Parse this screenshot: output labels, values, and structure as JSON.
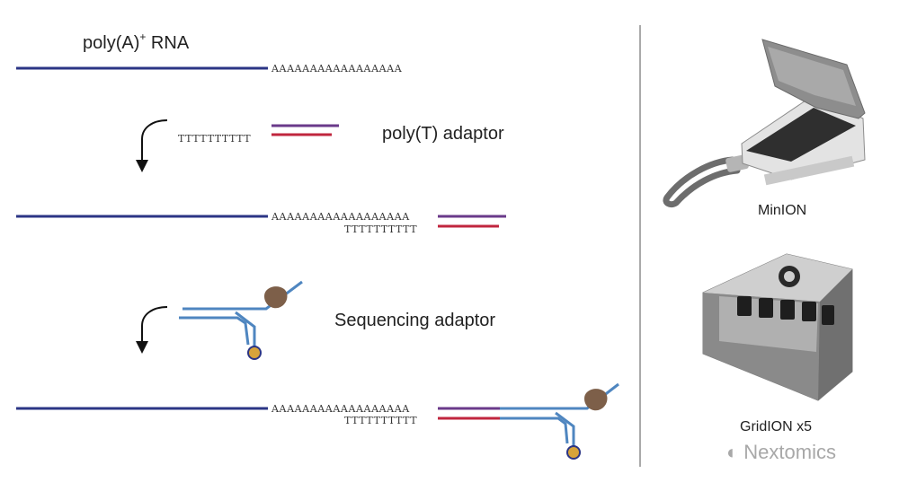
{
  "labels": {
    "rna_title_main": "poly(A)",
    "rna_title_sup": "+",
    "rna_title_tail": " RNA",
    "polyt_adaptor": "poly(T) adaptor",
    "sequencing_adaptor": "Sequencing adaptor",
    "minion": "MinION",
    "gridion": "GridION x5",
    "watermark": "Nextomics"
  },
  "sequences": {
    "polyA_tail": "AAAAAAAAAAAAAAAAA",
    "polyA_tail_long": "AAAAAAAAAAAAAAAAAA",
    "polyT": "TTTTTTTTTT"
  },
  "colors": {
    "rna_strand": "#2b3585",
    "adaptor_purple": "#6a3a8a",
    "adaptor_red": "#c0263e",
    "seq_adaptor_blue": "#4f86c0",
    "motor_protein": "#7d5f49",
    "tether_bead": "#d7a33a",
    "divider": "#555555"
  },
  "icons": {
    "arrow": "curved-down-arrow-icon",
    "motor": "motor-protein-icon",
    "bead": "tether-bead-icon",
    "device1": "minion-device-icon",
    "device2": "gridion-device-icon",
    "watermark_icon": "wechat-icon"
  }
}
